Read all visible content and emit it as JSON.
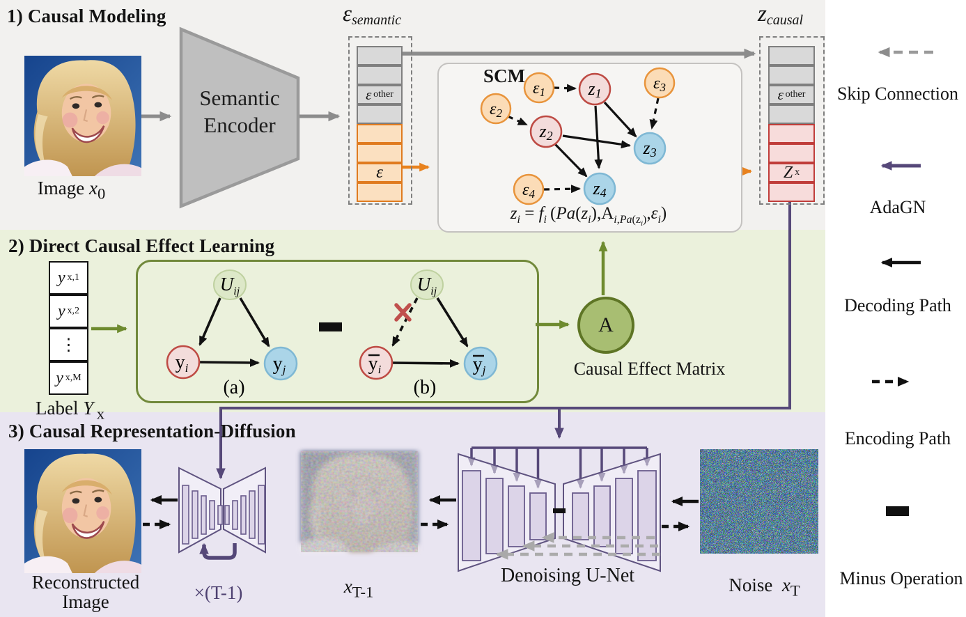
{
  "palette": {
    "section1_bg": "#F2F1EF",
    "section2_bg": "#EBF1DC",
    "section3_bg": "#E9E5F1",
    "gray_arrow": "#8C8C8C",
    "orange_arrow": "#E8821E",
    "green_arrow": "#6E8B2F",
    "purple_arrow": "#564879",
    "black_arrow": "#111111",
    "skip_gray": "#A9A9A9",
    "node_red_border": "#BE4B44",
    "node_red_fill": "#F3DCDB",
    "node_blue_border": "#7FB8D4",
    "node_blue_fill": "#ABD5E8",
    "node_orange_border": "#E8943C",
    "node_orange_fill": "#FBDCB7",
    "node_green_fill": "#DDE8C8",
    "matrix_green_fill": "#A8BE72",
    "red_x": "#C0504D"
  },
  "section1": {
    "title": "1) Causal Modeling",
    "image_caption_html": "Image <i>x</i><sub>0</sub>",
    "encoder": {
      "line1": "Semantic",
      "line2": "Encoder"
    },
    "semantic_vector": {
      "title_html": "<i>ε</i><sub>semantic</sub>",
      "gray_label_html": "<i>ε</i><sub>&thinsp;other</sub>",
      "orange_label_html": "<i>ε</i>"
    },
    "scm": {
      "title": "SCM",
      "equation_html": "<i>z<sub>i</sub></i> = <i>f<sub>i</sub></i>&thinsp;(<i>Pa</i>(<i>z<sub>i</sub></i>),A<sub><i>i</i>,<i>Pa</i>(z<sub><i>i</i></sub>)</sub>,<i>ε<sub>i</sub></i>)",
      "nodes": [
        {
          "id": "e1",
          "main": "ε",
          "sub": "1"
        },
        {
          "id": "e2",
          "main": "ε",
          "sub": "2"
        },
        {
          "id": "e3",
          "main": "ε",
          "sub": "3"
        },
        {
          "id": "e4",
          "main": "ε",
          "sub": "4"
        },
        {
          "id": "z1",
          "main": "z",
          "sub": "1"
        },
        {
          "id": "z2",
          "main": "z",
          "sub": "2"
        },
        {
          "id": "z3",
          "main": "z",
          "sub": "3"
        },
        {
          "id": "z4",
          "main": "z",
          "sub": "4"
        }
      ]
    },
    "causal_vector": {
      "title_html": "<i>z</i><sub>causal</sub>",
      "gray_label_html": "<i>ε</i><sub>&thinsp;other</sub>",
      "red_label_html": "<i>Z</i><sub>&thinsp;x</sub>"
    }
  },
  "section2": {
    "title": "2) Direct Causal Effect Learning",
    "label_vector": {
      "cells_html": [
        "<i>y</i><sub>&thinsp;x,1</sub>",
        "<i>y</i><sub>&thinsp;x,2</sub>",
        "⋮",
        "<i>y</i><sub>&thinsp;x,M</sub>"
      ],
      "caption_html": "Label <i>Y</i><sub>&thinsp;x</sub>"
    },
    "graph_a": {
      "u_main": "U",
      "u_sub": "ij",
      "left_main": "y",
      "left_sub": "i",
      "right_main": "y",
      "right_sub": "j",
      "caption": "(a)"
    },
    "graph_b": {
      "u_main": "U",
      "u_sub": "ij",
      "left_main": "y",
      "left_sub": "i",
      "right_main": "y",
      "right_sub": "j",
      "caption": "(b)"
    },
    "matrix_label": "A",
    "matrix_caption": "Causal Effect Matrix"
  },
  "section3": {
    "title": "3) Causal Representation-Diffusion",
    "recon_caption1": "Reconstructed",
    "recon_caption2": "Image",
    "loop_label": "×(T-1)",
    "xt1_caption_html": "<i>x</i><sub>T-1</sub>",
    "unet_caption": "Denoising U-Net",
    "noise_caption_html": "Noise&nbsp;&nbsp;<i>x</i><sub>T</sub>"
  },
  "legend": {
    "skip": "Skip Connection",
    "adagn": "AdaGN",
    "decoding": "Decoding Path",
    "encoding": "Encoding Path",
    "minus": "Minus Operation"
  }
}
